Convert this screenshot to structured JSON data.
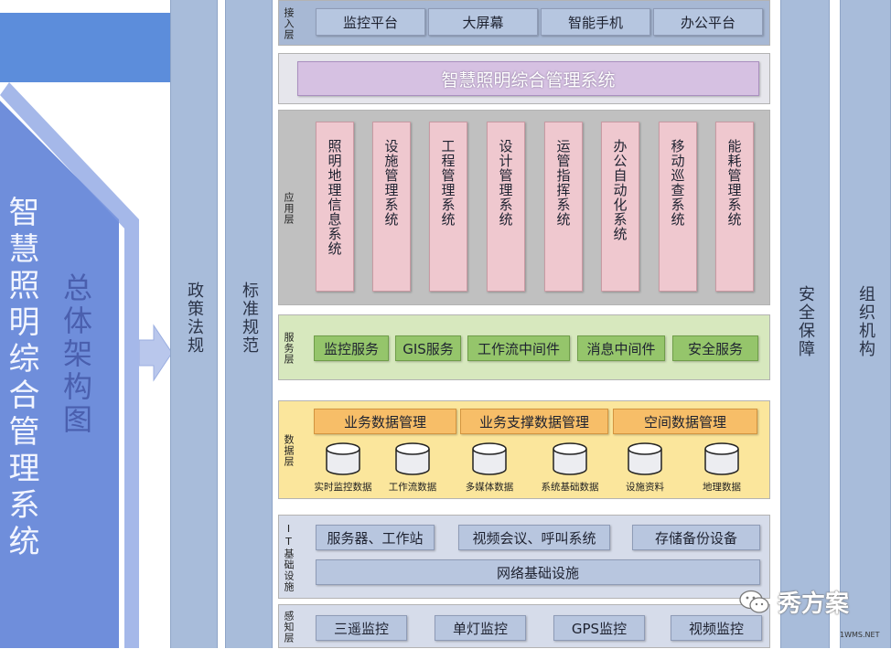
{
  "title": {
    "main": "智慧照明综合管理系统",
    "sub": "总体架构图"
  },
  "columns": {
    "policy": "政策法规",
    "standard": "标准规范",
    "safety": "安全保障",
    "organization": "组织机构"
  },
  "layers": {
    "access": {
      "label": "接入层",
      "items": [
        "监控平台",
        "大屏幕",
        "智能手机",
        "办公平台"
      ]
    },
    "system": {
      "name": "智慧照明综合管理系统"
    },
    "application": {
      "label": "应用层",
      "items": [
        "照明地理信息系统",
        "设施管理系统",
        "工程管理系统",
        "设计管理系统",
        "运管指挥系统",
        "办公自动化系统",
        "移动巡查系统",
        "能耗管理系统"
      ]
    },
    "service": {
      "label": "服务层",
      "items": [
        "监控服务",
        "GIS服务",
        "工作流中间件",
        "消息中间件",
        "安全服务"
      ]
    },
    "data": {
      "label": "数据层",
      "headers": [
        "业务数据管理",
        "业务支撑数据管理",
        "空间数据管理"
      ],
      "databases": [
        "实时监控数据",
        "工作流数据",
        "多媒体数据",
        "系统基础数据",
        "设施资料",
        "地理数据"
      ]
    },
    "it": {
      "label": "IT基础设施",
      "items": [
        "服务器、工作站",
        "视频会议、呼叫系统",
        "存储备份设备"
      ],
      "network": "网络基础设施"
    },
    "sensing": {
      "label": "感知层",
      "items": [
        "三遥监控",
        "单灯监控",
        "GPS监控",
        "视频监控"
      ]
    }
  },
  "watermark": {
    "text": "秀方案",
    "site": "1WMS.NET"
  },
  "colors": {
    "left_panel": "#6f8edb",
    "column": "#a8bcda",
    "app_box": "#efc8cf",
    "service_box": "#95c56b",
    "data_header": "#f7be68"
  }
}
